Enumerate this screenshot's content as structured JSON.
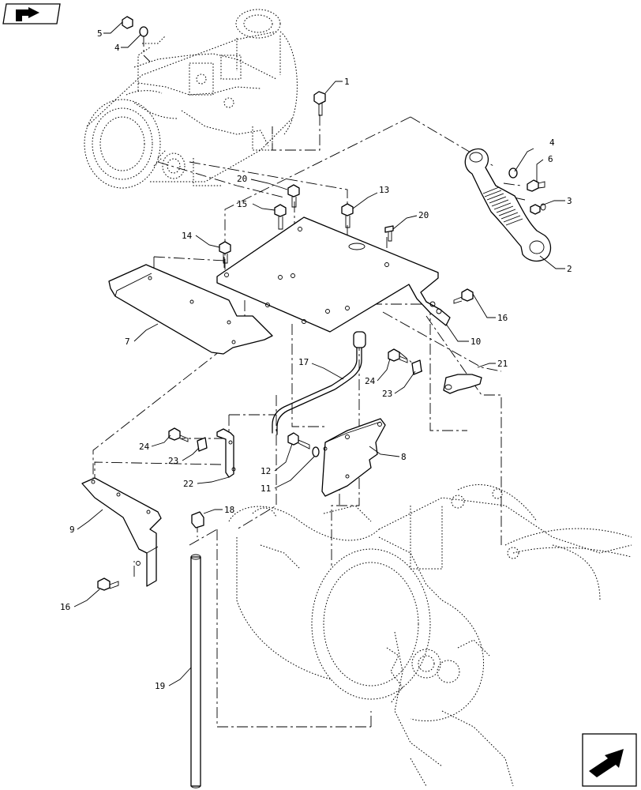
{
  "labels": {
    "l1": "1",
    "l2": "2",
    "l3": "3",
    "l4a": "4",
    "l4b": "4",
    "l5": "5",
    "l6": "6",
    "l7": "7",
    "l8": "8",
    "l9": "9",
    "l10": "10",
    "l11": "11",
    "l12": "12",
    "l13": "13",
    "l14": "14",
    "l15": "15",
    "l16a": "16",
    "l16b": "16",
    "l17": "17",
    "l18": "18",
    "l19": "19",
    "l20a": "20",
    "l20b": "20",
    "l21": "21",
    "l22": "22",
    "l23a": "23",
    "l23b": "23",
    "l24a": "24",
    "l24b": "24"
  },
  "navigation": {
    "back_icon": "arrow-left-icon",
    "next_icon": "arrow-right-icon"
  }
}
